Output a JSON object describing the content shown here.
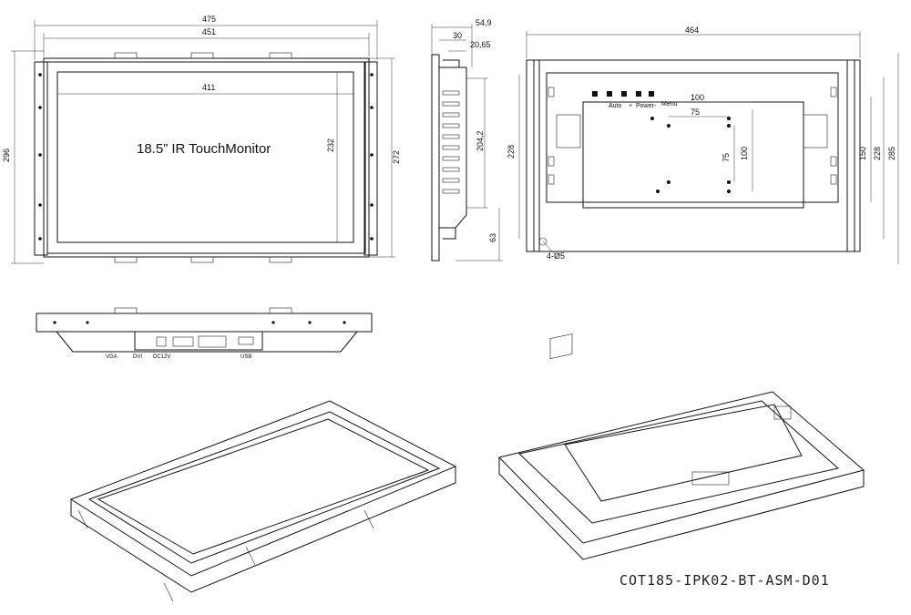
{
  "front_view": {
    "width_outer": "475",
    "width_inner": "451",
    "active_width": "411",
    "height_outer": "296",
    "height_inner": "272",
    "active_height": "232",
    "product_label": "18.5” IR TouchMonitor"
  },
  "side_view": {
    "depth_total": "54,9",
    "depth_a": "30",
    "depth_b": "20,65",
    "height_a": "204,2",
    "height_b": "63"
  },
  "rear_view": {
    "width": "464",
    "height_left": "228",
    "height_right_a": "150",
    "height_right_b": "228",
    "height_right_c": "285",
    "vesa_h_outer": "100",
    "vesa_h_inner": "75",
    "vesa_v_inner": "75",
    "vesa_v_outer": "100",
    "hole_label": "4-Ø5",
    "button_labels": [
      "Auto",
      "+",
      "Power",
      "-",
      "Menu"
    ]
  },
  "bottom_view": {
    "port_labels": [
      "VGA",
      "DVI",
      "DC12V",
      "USB"
    ]
  },
  "drawing_id": "COT185-IPK02-BT-ASM-D01"
}
